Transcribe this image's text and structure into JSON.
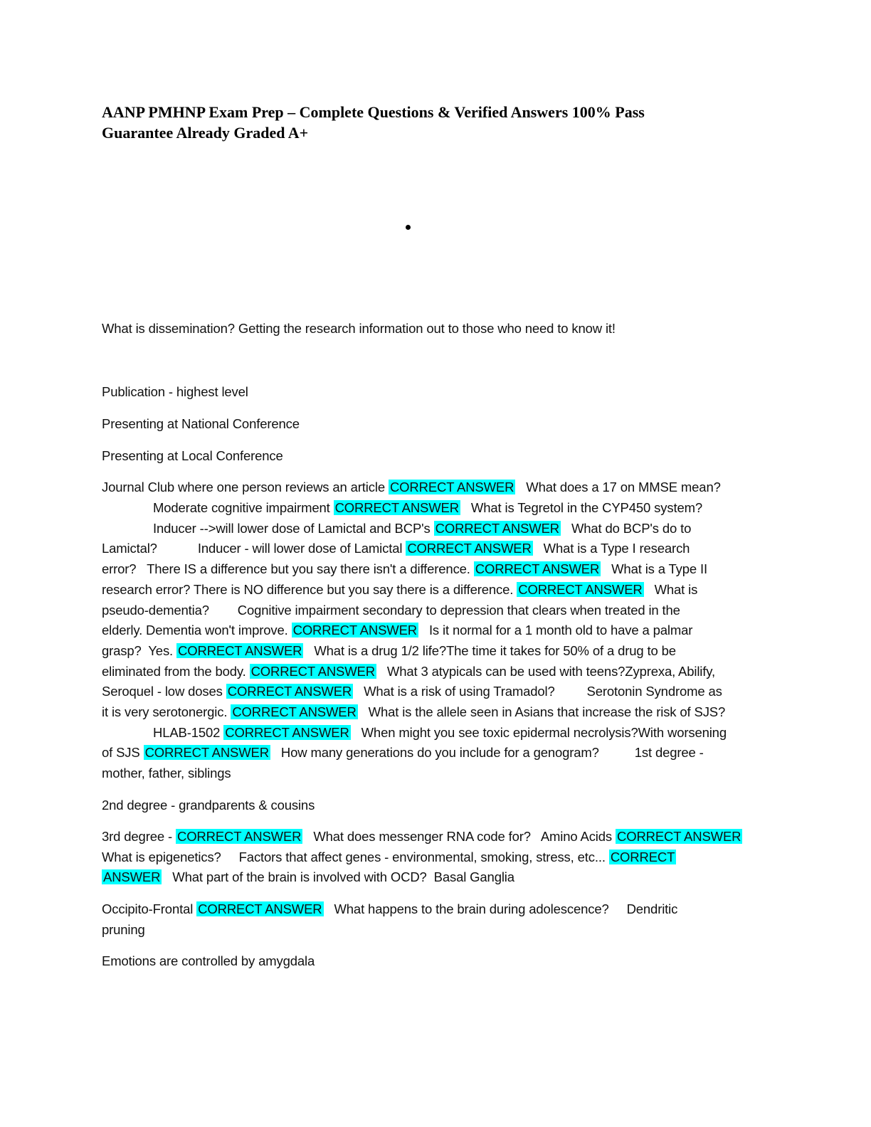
{
  "title": "AANP PMHNP Exam Prep – Complete Questions & Verified Answers 100% Pass Guarantee Already Graded A+",
  "title_line1": "AANP PMHNP Exam Prep – Complete Questions & Verified Answers 100% Pass",
  "title_line2": "Guarantee Already Graded A+",
  "highlight_label": "CORRECT ANSWER",
  "highlight_color": "#00ffff",
  "p1": "What is dissemination? Getting the research information out to those who need to know it!",
  "p2": "Publication - highest level",
  "p3": "Presenting at National Conference",
  "p4": "Presenting at Local Conference",
  "lines": [
    {
      "a": "Journal Club where one person reviews an article ",
      "b": "   What does a 17 on MMSE mean?"
    },
    {
      "a": "Moderate cognitive impairment ",
      "b": "   What is Tegretol in the CYP450 system?"
    },
    {
      "a": "Inducer -->will lower dose of Lamictal and BCP's ",
      "b": "   What do BCP's do to"
    },
    {
      "a": "Lamictal?",
      "a2": "Inducer - will lower dose of Lamictal ",
      "b": "   What is a Type I research"
    },
    {
      "a": "error?   There IS a difference but you say there isn't a difference. ",
      "b": "   What is a Type II"
    },
    {
      "a": "research error? There is NO difference but you say there is a difference. ",
      "b": "   What is"
    },
    {
      "a": "pseudo-dementia?        Cognitive impairment secondary to depression that clears when treated in the"
    },
    {
      "a": "elderly. Dementia won't improve. ",
      "b": "   Is it normal for a 1 month old to have a palmar"
    },
    {
      "a": "grasp?  Yes. ",
      "b": "   What is a drug 1/2 life?The time it takes for 50% of a drug to be"
    },
    {
      "a": "eliminated from the body. ",
      "b": "   What 3 atypicals can be used with teens?Zyprexa, Abilify,"
    },
    {
      "a": "Seroquel - low doses ",
      "b": "   What is a risk of using Tramadol?         Serotonin Syndrome as"
    },
    {
      "a": "it is very serotonergic. ",
      "b": "   What is the allele seen in Asians that increase the risk of SJS?"
    },
    {
      "a": "HLAB-1502 ",
      "b": "   When might you see toxic epidermal necrolysis?With worsening"
    },
    {
      "a": "of SJS ",
      "b": "   How many generations do you include for a genogram?          1st degree -"
    },
    {
      "a": "mother, father, siblings"
    }
  ],
  "p5": "2nd degree - grandparents & cousins",
  "lines2": [
    {
      "a": "3rd degree - ",
      "b": "   What does messenger RNA code for?   Amino Acids "
    },
    {
      "a": "What is epigenetics?     Factors that affect genes - environmental, smoking, stress, etc... ",
      "hl": "CORRECT"
    },
    {
      "hl": "ANSWER",
      "b": "   What part of the brain is involved with OCD?  Basal Ganglia"
    }
  ],
  "lines3": [
    {
      "a": "Occipito-Frontal ",
      "b": "   What happens to the brain during adolescence?     Dendritic"
    },
    {
      "a": "pruning"
    }
  ],
  "p6": "Emotions are controlled by amygdala"
}
